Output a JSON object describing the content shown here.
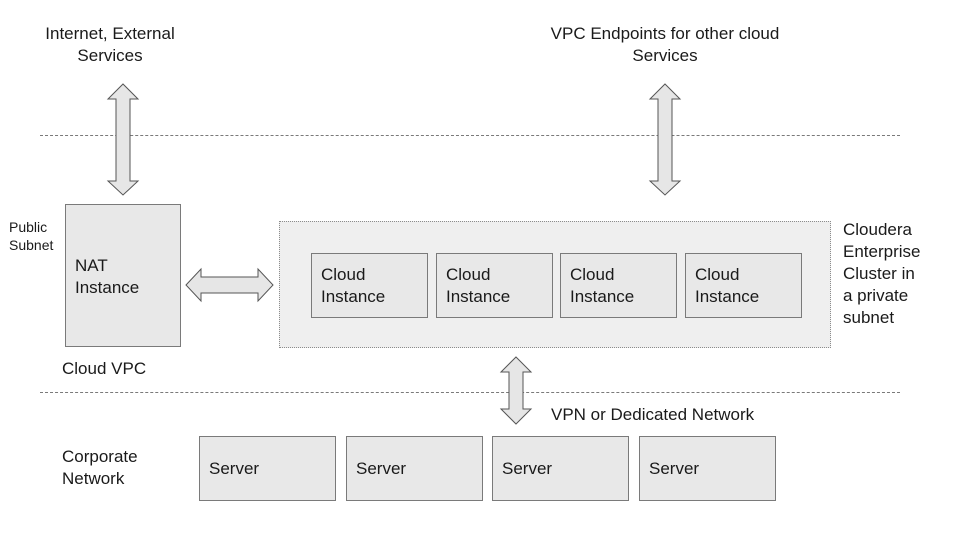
{
  "labels": {
    "internet": "Internet, External\nServices",
    "vpc_endpoints": "VPC Endpoints for other cloud\nServices",
    "public_subnet": "Public\nSubnet",
    "nat_instance": "NAT\nInstance",
    "cloud_vpc": "Cloud VPC",
    "cluster": "Cloudera\nEnterprise\nCluster in\na private\nsubnet",
    "vpn": "VPN or Dedicated Network",
    "corporate_network": "Corporate\nNetwork"
  },
  "cloud_instances": [
    "Cloud\nInstance",
    "Cloud\nInstance",
    "Cloud\nInstance",
    "Cloud\nInstance"
  ],
  "servers": [
    "Server",
    "Server",
    "Server",
    "Server"
  ]
}
